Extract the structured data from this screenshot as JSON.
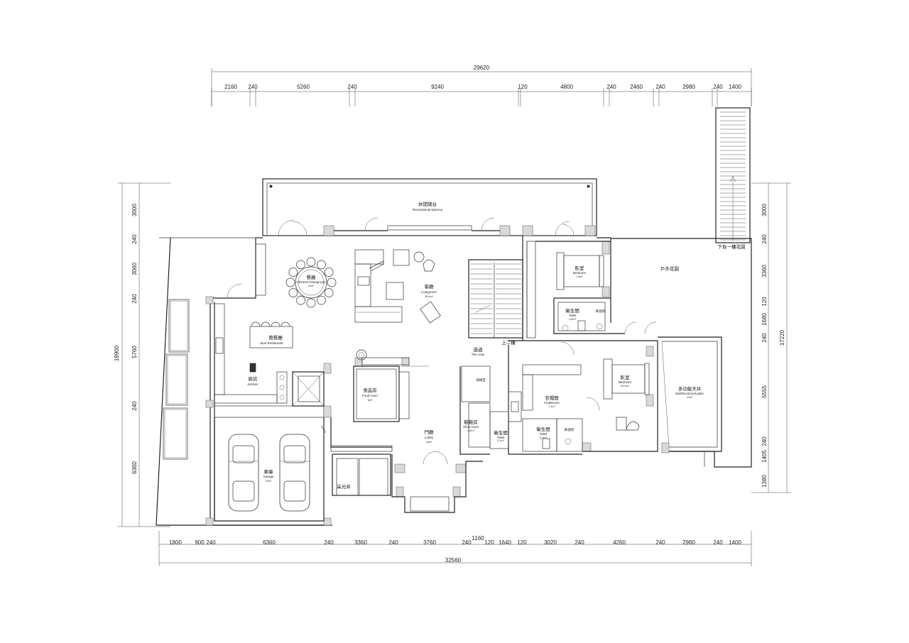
{
  "dimensions": {
    "top_total": "29620",
    "top_segments": [
      "2160",
      "240",
      "5260",
      "240",
      "9240",
      "120",
      "4800",
      "240",
      "2460",
      "240",
      "2980",
      "240",
      "1400"
    ],
    "bottom_total": "32560",
    "bottom_extra": "1160",
    "bottom_segments": [
      "1800",
      "900",
      "240",
      "6360",
      "240",
      "3360",
      "240",
      "3760",
      "240",
      "120",
      "1640",
      "120",
      "3020",
      "240",
      "4260",
      "240",
      "2980",
      "240",
      "1400"
    ],
    "left_total": "18900",
    "left_segments": [
      "3000",
      "240",
      "3060",
      "240",
      "5760",
      "240",
      "6360"
    ],
    "right_total": "17220",
    "right_segments": [
      "3000",
      "240",
      "3360",
      "120",
      "1680",
      "240",
      "5555",
      "240",
      "1405",
      "1380"
    ]
  },
  "rooms": {
    "balcony": {
      "zh": "休閒陽台",
      "en": "Recreational balcony"
    },
    "dining": {
      "zh": "餐廳",
      "en": "Chinese Diningroom",
      "area": "20m²"
    },
    "living": {
      "zh": "客廳",
      "en": "Livingroom",
      "area": "36.6m²"
    },
    "restaurant": {
      "zh": "簡餐廳",
      "en": "Jane Restaurant"
    },
    "kitchen": {
      "zh": "廚房",
      "en": "Kitchen"
    },
    "food": {
      "zh": "食品房",
      "en": "Food room",
      "area": "6m²"
    },
    "aisle": {
      "zh": "過道",
      "en": "The Aisle"
    },
    "upstairs": {
      "zh": "上二樓"
    },
    "nanny": {
      "zh": "保姆室"
    },
    "shoe": {
      "zh": "鞋鞋房",
      "en": "Shoe room",
      "area": "4.8m²"
    },
    "lobby": {
      "zh": "門廳",
      "en": "Lobby",
      "area": "18m²"
    },
    "garage": {
      "zh": "車庫",
      "en": "Garage",
      "area": "40m²"
    },
    "light_well": {
      "zh": "采光井"
    },
    "toilet_small": {
      "zh": "衛生間",
      "en": "Toilet",
      "area": "3.1m²"
    },
    "cloakroom": {
      "zh": "衣帽間",
      "en": "Cloakroom",
      "area": "7.4m²"
    },
    "toilet_mid": {
      "zh": "衛生間",
      "en": "Toilet",
      "area": "6.1m²"
    },
    "shower_mid": {
      "zh": "淋浴間"
    },
    "bedroom2": {
      "zh": "臥室",
      "en": "Bedroom",
      "area": "26.5m²"
    },
    "patio": {
      "zh": "多功能天井",
      "en": "Multifunctional patio",
      "area": "10m²"
    },
    "bedroom1": {
      "zh": "臥室",
      "en": "Bedroom",
      "area": "15m²"
    },
    "toilet_top": {
      "zh": "衛生間",
      "en": "Toilet",
      "area": "4.8m²"
    },
    "shower_top": {
      "zh": "淋浴間"
    },
    "garden": {
      "zh": "戶外花園"
    },
    "down": {
      "zh": "下負一樓花園"
    }
  }
}
